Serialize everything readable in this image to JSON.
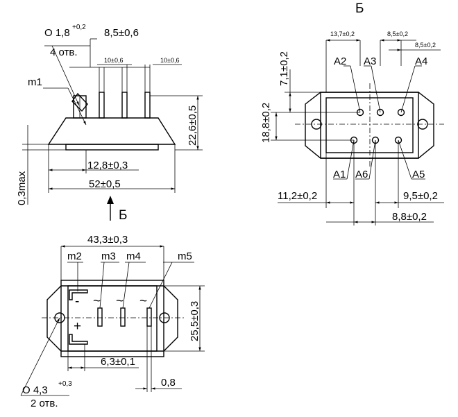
{
  "view_b": {
    "label": "Б"
  },
  "top_view": {
    "hole_diameter": "О 1,8",
    "hole_tol": "+0,2",
    "hole_count": "4 отв.",
    "pitch_dim": "8,5±0,6",
    "lead_width_1": "10±0,6",
    "lead_width_2": "10±0,6",
    "marker_m1": "m1",
    "height_dim": "22,6±0,5",
    "base_width_dim": "12,8±0,3",
    "length_dim": "52±0,5",
    "max_dim": "0,3max",
    "view_arrow_label": "Б"
  },
  "right_view": {
    "title": "Б",
    "dim_top_1": "13,7±0,2",
    "dim_top_2": "8,5±0,2",
    "dim_top_3": "8,5±0,2",
    "dim_v_1": "7,1±0,2",
    "dim_v_2": "18,8±0,2",
    "pin_a1": "A1",
    "pin_a2": "A2",
    "pin_a3": "A3",
    "pin_a4": "A4",
    "pin_a5": "A5",
    "pin_a6": "A6",
    "dim_bottom_1": "11,2±0,2",
    "dim_bottom_2": "9,5±0,2",
    "dim_bottom_3": "8,8±0,2"
  },
  "bottom_view": {
    "length_dim": "43,3±0,3",
    "marker_m2": "m2",
    "marker_m3": "m3",
    "marker_m4": "m4",
    "marker_m5": "m5",
    "minus_sign": "-",
    "plus_sign": "+",
    "tilde_1": "~",
    "tilde_2": "~",
    "tilde_3": "~",
    "height_dim": "25,5±0,3",
    "spacing_dim": "6,3±0,1",
    "thickness_dim": "0,8",
    "hole_diameter": "О 4,3",
    "hole_tol": "+0,3",
    "hole_count": "2 отв."
  }
}
